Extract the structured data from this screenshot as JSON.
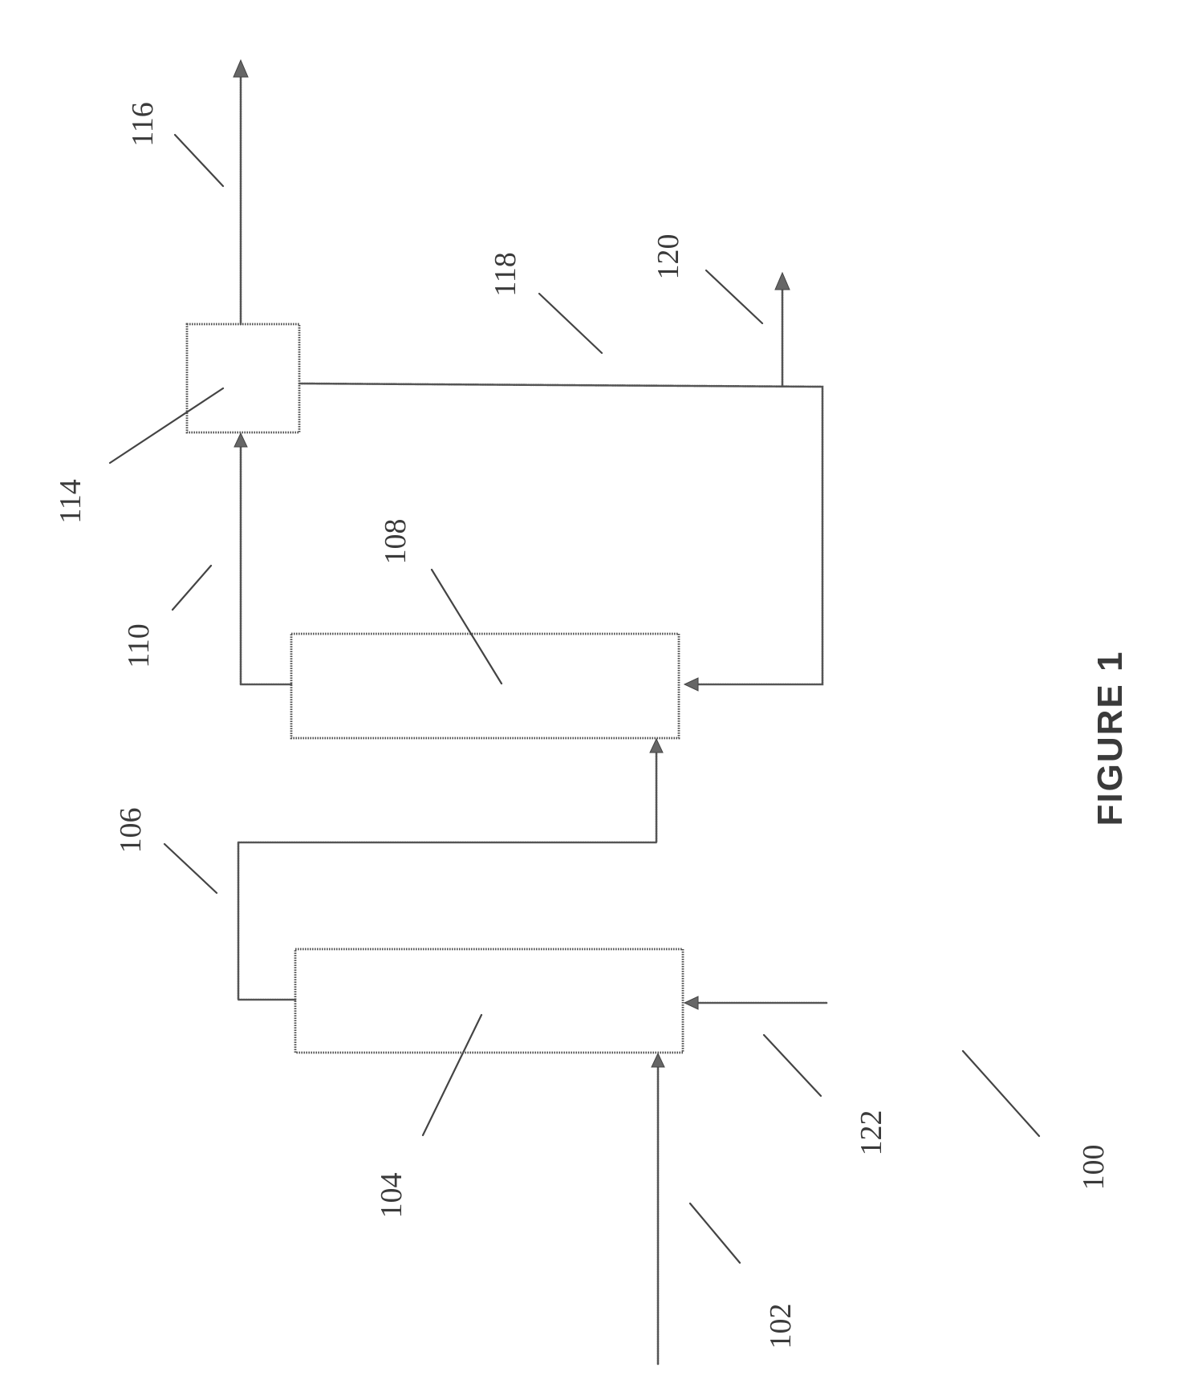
{
  "figure": {
    "title": "FIGURE 1",
    "system_label": "100"
  },
  "units": [
    {
      "id": "104",
      "label": "104"
    },
    {
      "id": "108",
      "label": "108"
    },
    {
      "id": "114",
      "label": "114"
    }
  ],
  "streams": [
    {
      "id": "102",
      "label": "102"
    },
    {
      "id": "106",
      "label": "106"
    },
    {
      "id": "110",
      "label": "110"
    },
    {
      "id": "116",
      "label": "116"
    },
    {
      "id": "118",
      "label": "118"
    },
    {
      "id": "120",
      "label": "120"
    },
    {
      "id": "122",
      "label": "122"
    }
  ]
}
